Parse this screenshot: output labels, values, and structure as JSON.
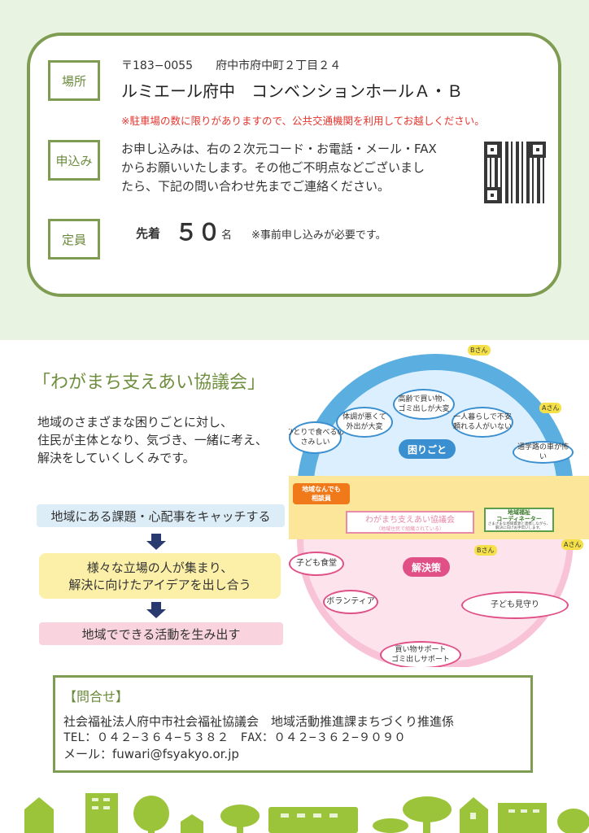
{
  "venue": {
    "label": "場所",
    "address": "〒183−0055　　府中市府中町２丁目２４",
    "name": "ルミエール府中　コンベンションホールＡ・Ｂ",
    "note": "※駐車場の数に限りがありますので、公共交通機関を利用してお越しください。"
  },
  "apply": {
    "label": "申込み",
    "lines": [
      "お申し込みは、右の２次元コード・お電話・メール・FAX",
      "からお願いいたします。その他ご不明点などございまし",
      "たら、下記の問い合わせ先までご連絡ください。"
    ]
  },
  "capacity": {
    "label": "定員",
    "prefix": "先着",
    "number": "５０",
    "unit": "名",
    "note": "※事前申し込みが必要です。"
  },
  "council": {
    "title": "「わがまち支えあい協議会」",
    "desc": [
      "地域のさまざまな困りごとに対し、",
      "住民が主体となり、気づき、一緒に考え、",
      "解決をしていくしくみです。"
    ],
    "steps": [
      "地域にある課題・心配事をキャッチする",
      "様々な立場の人が集まり、",
      "解決に向けたアイデアを出し合う",
      "地域でできる活動を生み出す"
    ]
  },
  "diagram": {
    "problems_label": "困りごと",
    "problems": [
      "ひとりで食べるの\nさみしい",
      "体調が悪くて\n外出が大変",
      "高齢で買い物、\nゴミ出しが大変",
      "一人暮らしで不安\n頼れる人がいない",
      "通学路の車が怖い"
    ],
    "tags": {
      "a": "Aさん",
      "b": "Bさん"
    },
    "consultant": "地域なんでも\n相談員",
    "council_name": "わがまち支えあい協議会",
    "council_sub": "（地域住民で組織されている）",
    "coordinator_title": "地域福祉\nコーディネーター",
    "coordinator_desc": "さまざまな地域資源と連携しながら、\n解決に向けお手伝いします。",
    "solutions_label": "解決策",
    "solutions": [
      "子ども食堂",
      "ボランティア",
      "子ども見守り",
      "買い物サポート\nゴミ出しサポート"
    ]
  },
  "contact": {
    "heading": "【問合せ】",
    "org": "社会福祉法人府中市社会福祉協議会　地域活動推進課まちづくり推進係",
    "tel": "TEL：０４２−３６４−５３８２　FAX：０４２−３６２−９０９０",
    "email": "メール：fuwari@fsyakyo.or.jp"
  }
}
